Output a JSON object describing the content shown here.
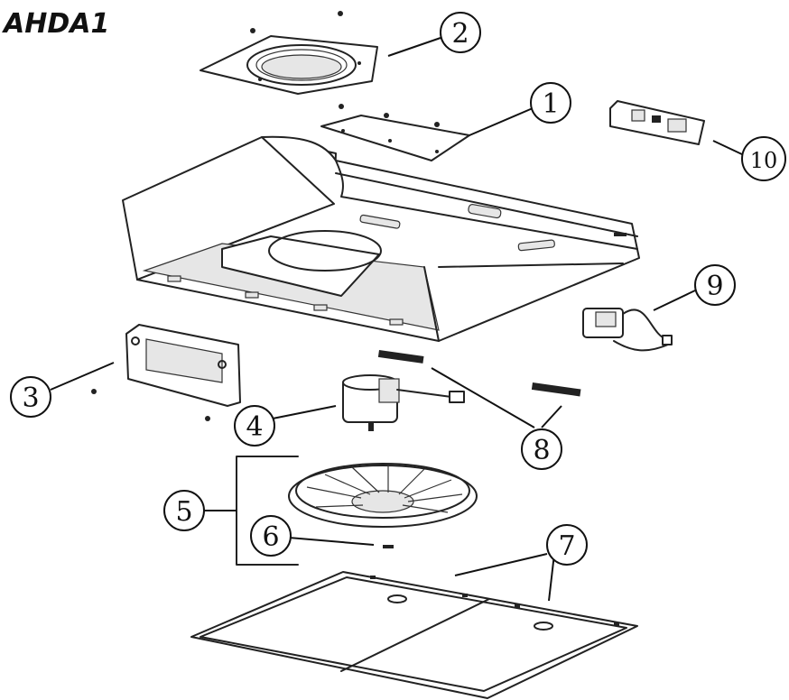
{
  "title": "AHDA1",
  "callouts": {
    "c1": "1",
    "c2": "2",
    "c3": "3",
    "c4": "4",
    "c5": "5",
    "c6": "6",
    "c7": "7",
    "c8": "8",
    "c9": "9",
    "c10": "10"
  }
}
